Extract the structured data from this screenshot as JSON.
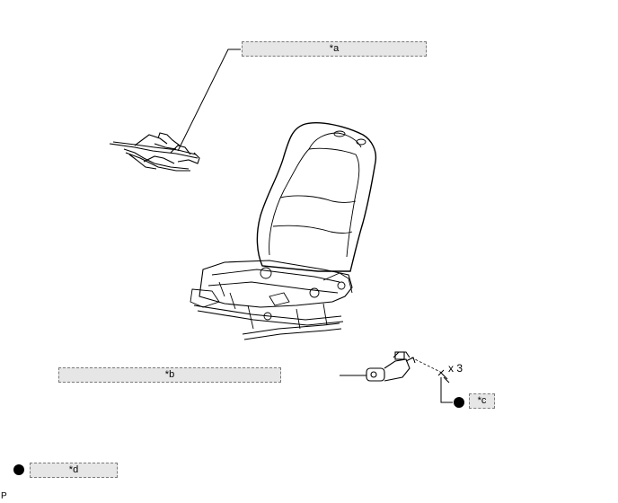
{
  "callouts": {
    "a": "*a",
    "b": "*b",
    "c": "*c",
    "d": "*d"
  },
  "quantity_label": "x 3",
  "figure_code": "P",
  "colors": {
    "callout_fill": "#e6e6e6",
    "callout_border": "#7a7a7a",
    "line": "#000000"
  }
}
